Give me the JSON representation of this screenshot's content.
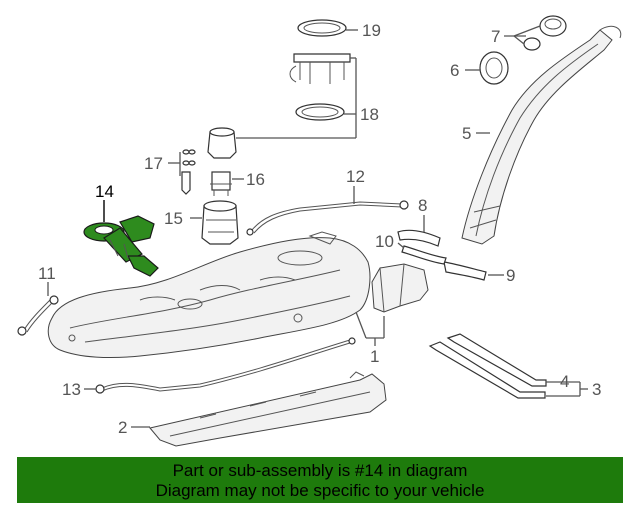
{
  "diagram": {
    "callouts": [
      {
        "id": "1",
        "text": "1"
      },
      {
        "id": "2",
        "text": "2"
      },
      {
        "id": "3",
        "text": "3"
      },
      {
        "id": "4",
        "text": "4"
      },
      {
        "id": "5",
        "text": "5"
      },
      {
        "id": "6",
        "text": "6"
      },
      {
        "id": "7",
        "text": "7"
      },
      {
        "id": "8",
        "text": "8"
      },
      {
        "id": "9",
        "text": "9"
      },
      {
        "id": "10",
        "text": "10"
      },
      {
        "id": "11",
        "text": "11"
      },
      {
        "id": "12",
        "text": "12"
      },
      {
        "id": "13",
        "text": "13"
      },
      {
        "id": "14",
        "text": "14"
      },
      {
        "id": "15",
        "text": "15"
      },
      {
        "id": "16",
        "text": "16"
      },
      {
        "id": "17",
        "text": "17"
      },
      {
        "id": "18",
        "text": "18"
      },
      {
        "id": "19",
        "text": "19"
      }
    ],
    "highlight_color": "#2e8b1e",
    "line_color": "#555555"
  },
  "banner": {
    "line1": "Part or sub-assembly is #14 in diagram",
    "line2": "Diagram may not be specific to your vehicle",
    "background": "#1e7b0c"
  }
}
